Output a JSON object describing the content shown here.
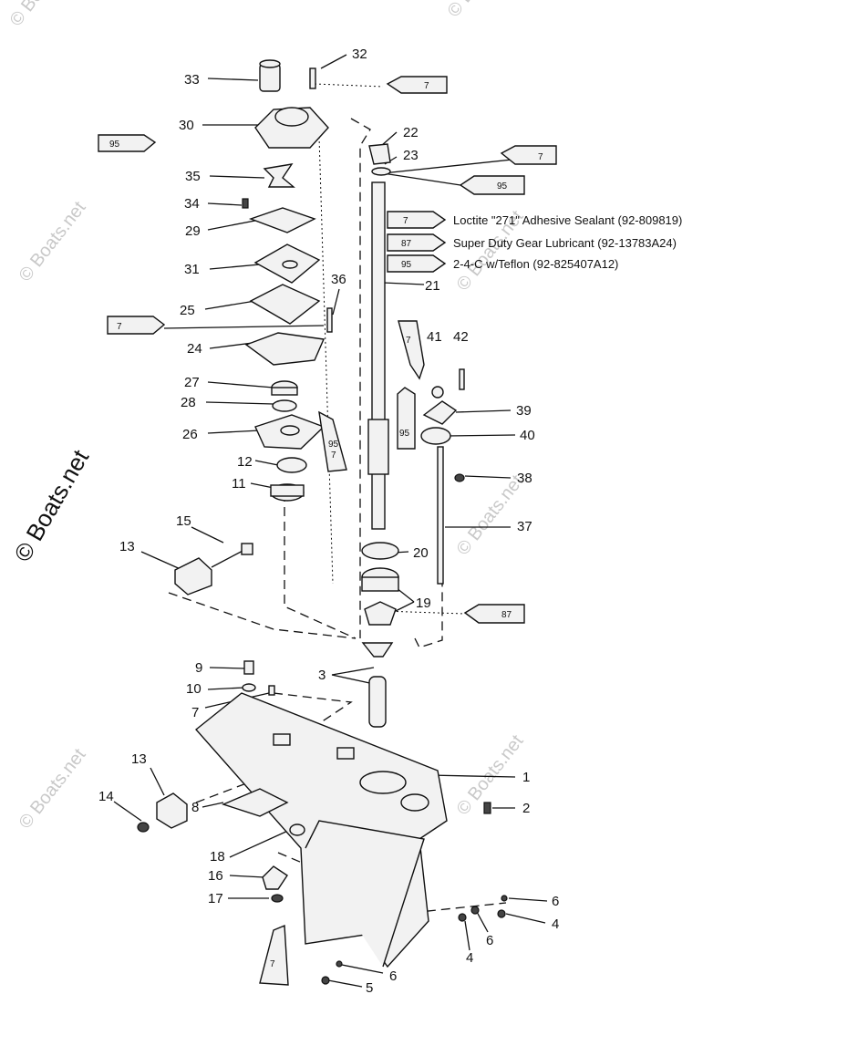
{
  "legend": [
    {
      "code": "7",
      "text": "Loctite \"271\" Adhesive Sealant (92-809819)"
    },
    {
      "code": "87",
      "text": "Super Duty Gear Lubricant (92-13783A24)"
    },
    {
      "code": "95",
      "text": "2-4-C w/Teflon (92-825407A12)"
    }
  ],
  "watermark": "© Boats.net",
  "tubes": {
    "t7a": "7",
    "t95a": "95",
    "t7b": "7",
    "t95b": "95",
    "t7c": "7",
    "t7d": "7",
    "t95c": "95",
    "t9557": "95",
    "t9557b": "7",
    "t87a": "87",
    "t7e": "7"
  },
  "parts": {
    "p1": "1",
    "p2": "2",
    "p3": "3",
    "p4a": "4",
    "p4b": "4",
    "p5": "5",
    "p6a": "6",
    "p6b": "6",
    "p6c": "6",
    "p7": "7",
    "p8": "8",
    "p9": "9",
    "p10": "10",
    "p11": "11",
    "p12": "12",
    "p13a": "13",
    "p13b": "13",
    "p14": "14",
    "p15": "15",
    "p16": "16",
    "p17": "17",
    "p18": "18",
    "p19": "19",
    "p20": "20",
    "p21": "21",
    "p22": "22",
    "p23": "23",
    "p24": "24",
    "p25": "25",
    "p26": "26",
    "p27": "27",
    "p28": "28",
    "p29": "29",
    "p30": "30",
    "p31": "31",
    "p32": "32",
    "p33": "33",
    "p34": "34",
    "p35": "35",
    "p36": "36",
    "p37": "37",
    "p38": "38",
    "p39": "39",
    "p40": "40",
    "p41": "41",
    "p42": "42"
  }
}
